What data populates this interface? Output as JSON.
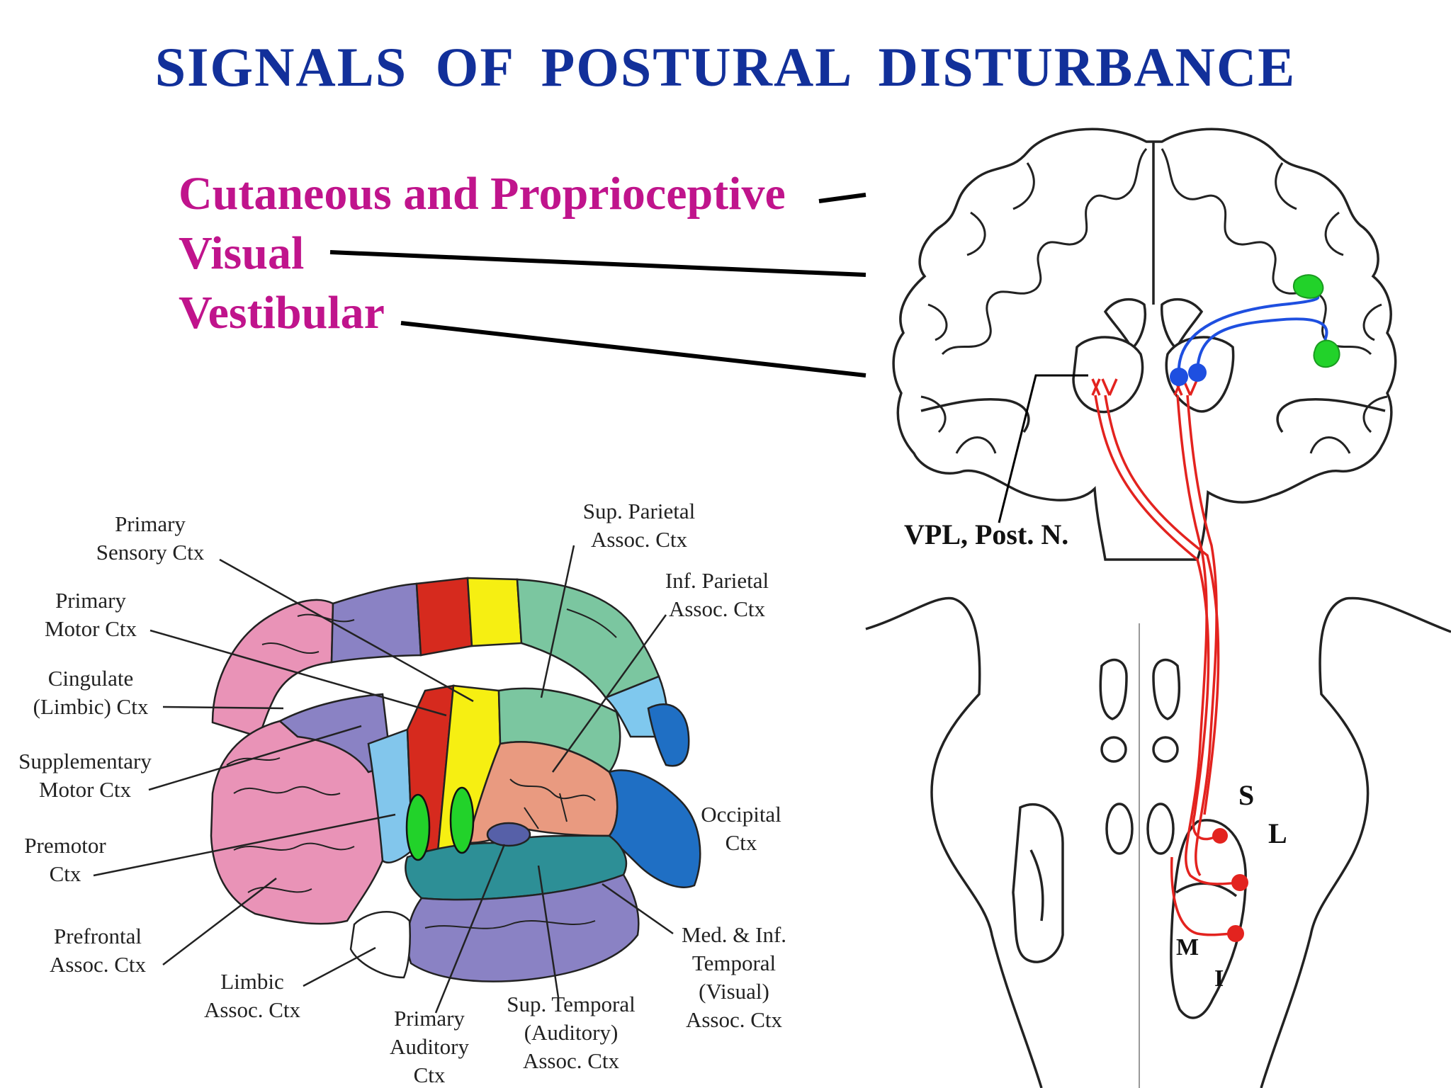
{
  "title": "SIGNALS  OF  POSTURAL  DISTURBANCE",
  "colors": {
    "title": "#12309a",
    "signal_text": "#c0148c",
    "pathway_red": "#e3231f",
    "pathway_blue": "#1e4fe0",
    "cortex_green": "#22d22a"
  },
  "signals": {
    "cutaneous": "Cutaneous and Proprioceptive",
    "visual": "Visual",
    "vestibular": "Vestibular"
  },
  "cortex_labels": {
    "primary_sensory": [
      "Primary",
      "Sensory Ctx"
    ],
    "primary_motor": [
      "Primary",
      "Motor Ctx"
    ],
    "cingulate": [
      "Cingulate",
      "(Limbic) Ctx"
    ],
    "supplementary": [
      "Supplementary",
      "Motor Ctx"
    ],
    "premotor": [
      "Premotor",
      "Ctx"
    ],
    "prefrontal": [
      "Prefrontal",
      "Assoc. Ctx"
    ],
    "limbic": [
      "Limbic",
      "Assoc. Ctx"
    ],
    "primary_auditory": [
      "Primary",
      "Auditory",
      "Ctx"
    ],
    "sup_temporal": [
      "Sup. Temporal",
      "(Auditory)",
      "Assoc. Ctx"
    ],
    "med_inf_temporal": [
      "Med. & Inf.",
      "Temporal",
      "(Visual)",
      "Assoc. Ctx"
    ],
    "occipital": [
      "Occipital",
      "Ctx"
    ],
    "inf_parietal": [
      "Inf. Parietal",
      "Assoc. Ctx"
    ],
    "sup_parietal": [
      "Sup. Parietal",
      "Assoc. Ctx"
    ]
  },
  "brain_labels": {
    "vpl": "VPL, Post. N.",
    "nuclei": {
      "s": "S",
      "l": "L",
      "m": "M",
      "i": "I"
    }
  }
}
